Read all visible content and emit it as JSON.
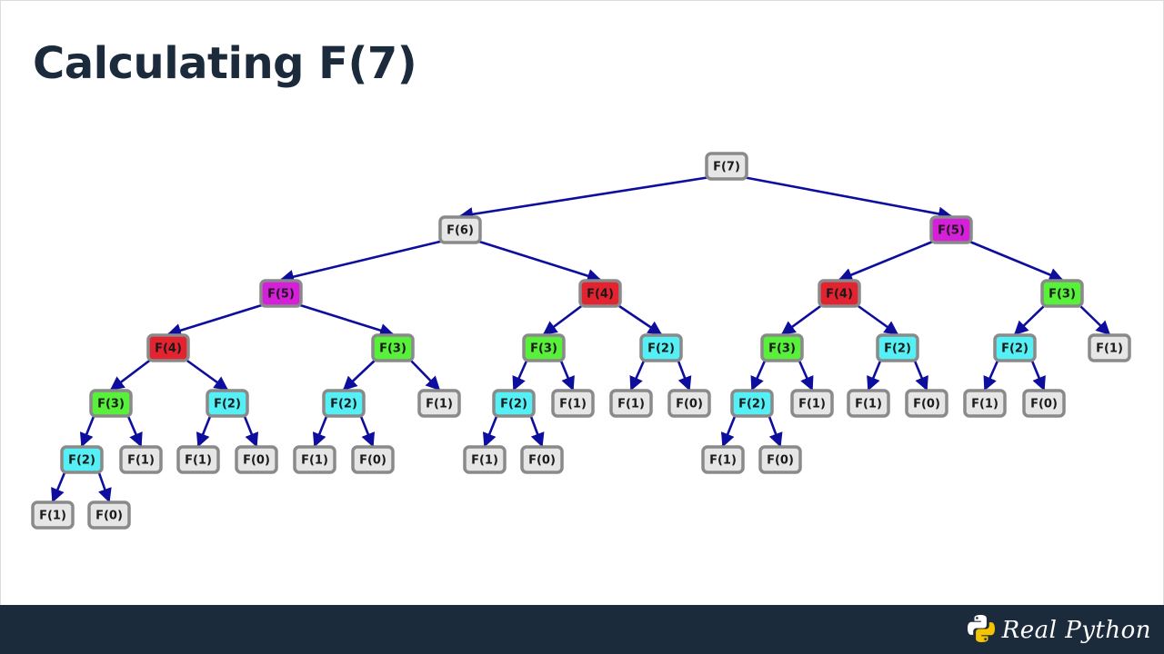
{
  "slide": {
    "title": "Calculating F(7)"
  },
  "brand": {
    "name": "Real Python",
    "logo_icon": "python-logo-icon"
  },
  "colors": {
    "F(7)": "#e6e6e6",
    "F(6)": "#e6e6e6",
    "F(5)": "#d61fd8",
    "F(4)": "#e3232f",
    "F(3)": "#58f03a",
    "F(2)": "#55f0f5",
    "F(1)": "#e6e6e6",
    "F(0)": "#e6e6e6",
    "edge": "#0d0d9e",
    "border": "#8a8a8a",
    "footer": "#1b2b3c"
  },
  "tree": {
    "label": "F(7)",
    "children": [
      {
        "label": "F(6)",
        "children": [
          {
            "label": "F(5)",
            "children": [
              {
                "label": "F(4)",
                "children": [
                  {
                    "label": "F(3)",
                    "children": [
                      {
                        "label": "F(2)",
                        "children": [
                          {
                            "label": "F(1)"
                          },
                          {
                            "label": "F(0)"
                          }
                        ]
                      },
                      {
                        "label": "F(1)"
                      }
                    ]
                  },
                  {
                    "label": "F(2)",
                    "children": [
                      {
                        "label": "F(1)"
                      },
                      {
                        "label": "F(0)"
                      }
                    ]
                  }
                ]
              },
              {
                "label": "F(3)",
                "children": [
                  {
                    "label": "F(2)",
                    "children": [
                      {
                        "label": "F(1)"
                      },
                      {
                        "label": "F(0)"
                      }
                    ]
                  },
                  {
                    "label": "F(1)"
                  }
                ]
              }
            ]
          },
          {
            "label": "F(4)",
            "children": [
              {
                "label": "F(3)",
                "children": [
                  {
                    "label": "F(2)",
                    "children": [
                      {
                        "label": "F(1)"
                      },
                      {
                        "label": "F(0)"
                      }
                    ]
                  },
                  {
                    "label": "F(1)"
                  }
                ]
              },
              {
                "label": "F(2)",
                "children": [
                  {
                    "label": "F(1)"
                  },
                  {
                    "label": "F(0)"
                  }
                ]
              }
            ]
          }
        ]
      },
      {
        "label": "F(5)",
        "children": [
          {
            "label": "F(4)",
            "children": [
              {
                "label": "F(3)",
                "children": [
                  {
                    "label": "F(2)",
                    "children": [
                      {
                        "label": "F(1)"
                      },
                      {
                        "label": "F(0)"
                      }
                    ]
                  },
                  {
                    "label": "F(1)"
                  }
                ]
              },
              {
                "label": "F(2)",
                "children": [
                  {
                    "label": "F(1)"
                  },
                  {
                    "label": "F(0)"
                  }
                ]
              }
            ]
          },
          {
            "label": "F(3)",
            "children": [
              {
                "label": "F(2)",
                "children": [
                  {
                    "label": "F(1)"
                  },
                  {
                    "label": "F(0)"
                  }
                ]
              },
              {
                "label": "F(1)"
              }
            ]
          }
        ]
      }
    ]
  }
}
